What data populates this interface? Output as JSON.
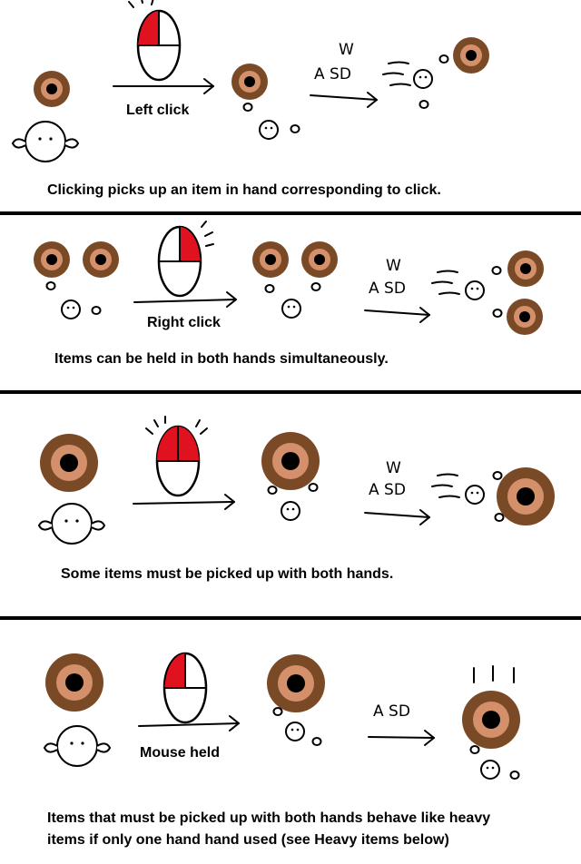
{
  "panels": [
    {
      "action": "Left click",
      "caption": "Clicking picks up an item in hand corresponding to click."
    },
    {
      "action": "Right click",
      "caption": "Items can be held in both hands simultaneously."
    },
    {
      "action": "",
      "caption": "Some items must be picked up with both hands."
    },
    {
      "action": "Mouse held",
      "caption_line1": "Items that must be picked up with both hands behave like heavy",
      "caption_line2": "items if only one hand hand used (see Heavy items below)"
    }
  ],
  "keys": {
    "up": "W",
    "row": "A SD"
  },
  "colors": {
    "outer": "#7a4a26",
    "ring": "#d4906a",
    "hole": "#000000",
    "mouse_button": "#e0121f",
    "divider": "#000000"
  }
}
